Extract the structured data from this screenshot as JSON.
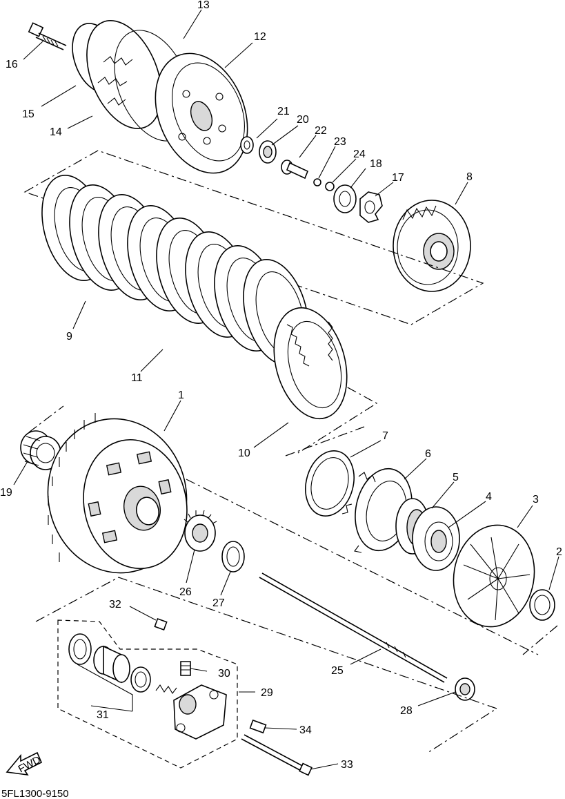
{
  "diagram": {
    "part_code": "5FL1300-9150",
    "fwd_label": "FWD",
    "labels": [
      "1",
      "2",
      "3",
      "4",
      "5",
      "6",
      "7",
      "8",
      "9",
      "10",
      "11",
      "12",
      "13",
      "14",
      "15",
      "16",
      "17",
      "18",
      "19",
      "20",
      "21",
      "22",
      "23",
      "24",
      "25",
      "26",
      "27",
      "28",
      "29",
      "30",
      "31",
      "32",
      "33",
      "34"
    ]
  }
}
